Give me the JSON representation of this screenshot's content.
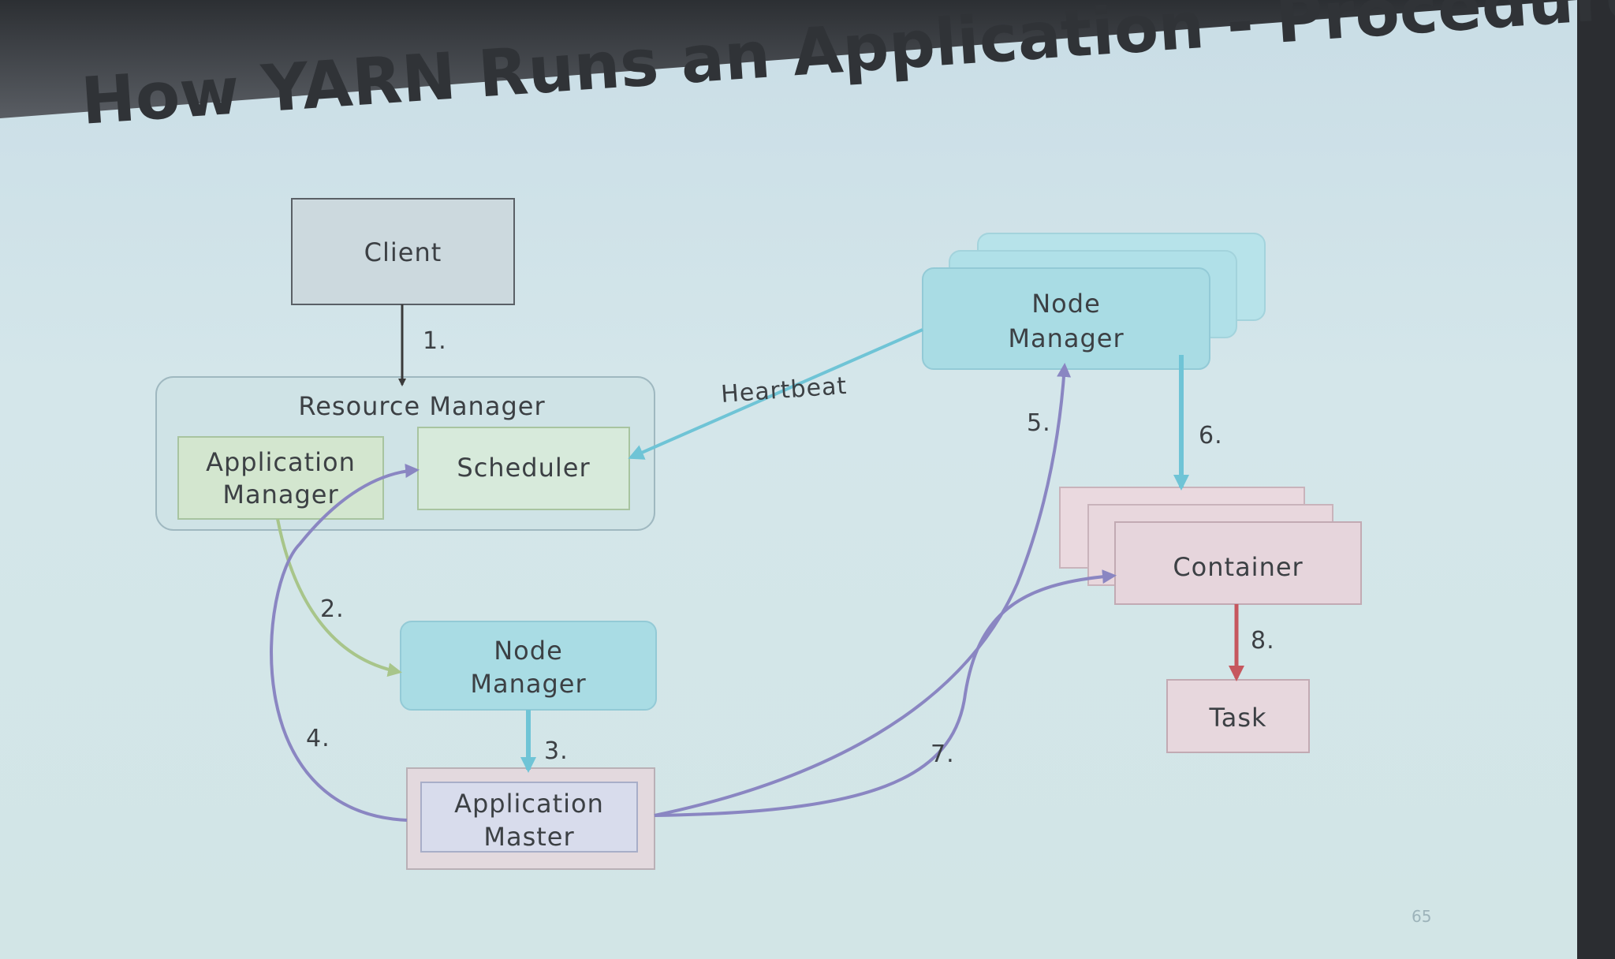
{
  "slide": {
    "title": "How YARN Runs an Application - Procedure",
    "page_number": "65"
  },
  "diagram": {
    "nodes": {
      "client": "Client",
      "resource_manager": "Resource Manager",
      "application_manager": [
        "Application",
        "Manager"
      ],
      "scheduler": "Scheduler",
      "node_manager_top": [
        "Node",
        "Manager"
      ],
      "node_manager_bottom": [
        "Node",
        "Manager"
      ],
      "application_master": [
        "Application",
        "Master"
      ],
      "container": "Container",
      "task": "Task"
    },
    "edges": {
      "step1": "1.",
      "step2": "2.",
      "step3": "3.",
      "step4": "4.",
      "step5": "5.",
      "step6": "6.",
      "step7": "7.",
      "step8": "8.",
      "heartbeat": "Heartbeat"
    }
  },
  "colors": {
    "client_box": "#ccd9de",
    "resource_manager_box": "#cfe3e6",
    "application_manager_box": "#d3e6cf",
    "scheduler_box": "#d7eadb",
    "node_manager_box": "#a9dce4",
    "application_master_box": "#d8dcec",
    "container_box": "#e6d5dc",
    "task_box": "#e7d7dd",
    "arrow_black": "#3a3a3a",
    "arrow_blue": "#6fc4d6",
    "arrow_green": "#a8c58a",
    "arrow_purple": "#8a86c2",
    "arrow_red": "#c6575e"
  }
}
